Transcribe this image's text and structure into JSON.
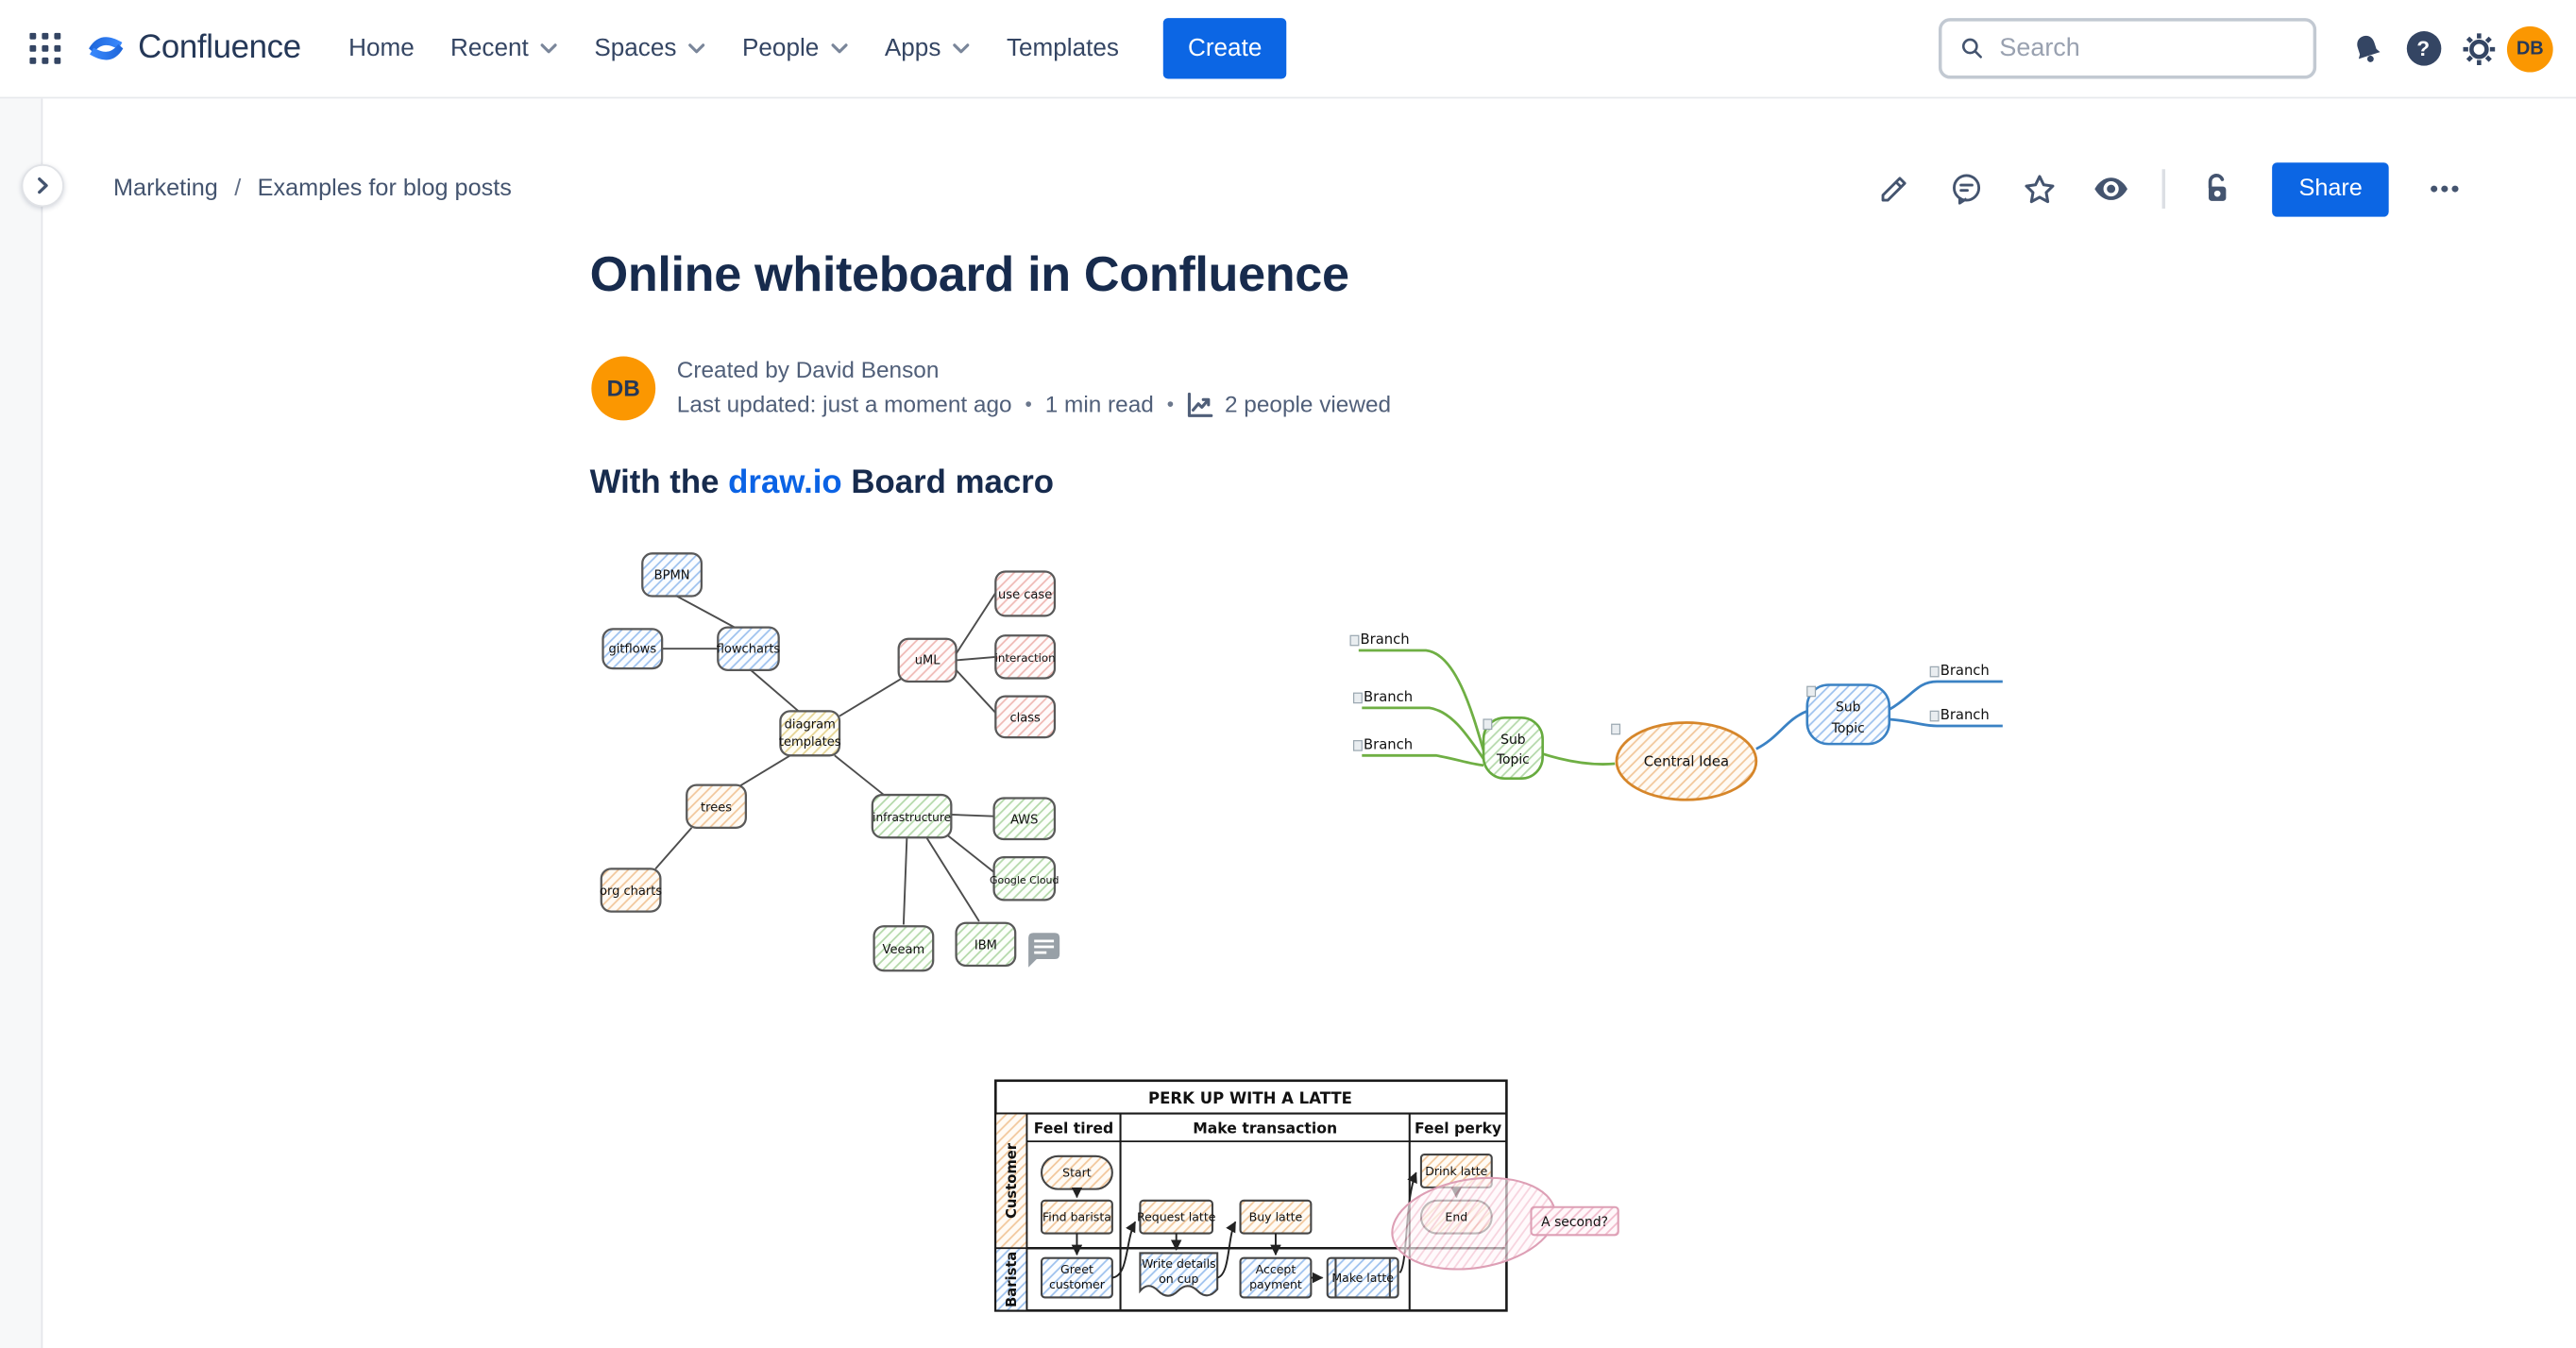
{
  "user": {
    "initials": "DB"
  },
  "app_bar": {
    "product": "Confluence",
    "nav": [
      {
        "label": "Home",
        "dropdown": false
      },
      {
        "label": "Recent",
        "dropdown": true
      },
      {
        "label": "Spaces",
        "dropdown": true
      },
      {
        "label": "People",
        "dropdown": true
      },
      {
        "label": "Apps",
        "dropdown": true
      },
      {
        "label": "Templates",
        "dropdown": false
      }
    ],
    "create_label": "Create",
    "search_placeholder": "Search",
    "help_glyph": "?",
    "icons": [
      "app-switcher-grid",
      "notification-bell",
      "help-question",
      "settings-gear",
      "user-avatar"
    ]
  },
  "toolbar": {
    "breadcrumbs": [
      "Marketing",
      "Examples for blog posts"
    ],
    "breadcrumb_separator": "/",
    "share_label": "Share",
    "icons": [
      "edit-pencil",
      "comment-bubble",
      "star-outline",
      "watching-eye",
      "unlocked-padlock",
      "more-ellipsis"
    ]
  },
  "page": {
    "title": "Online whiteboard in Confluence",
    "byline": {
      "created": "Created by David Benson",
      "last_updated": "Last updated: just a moment ago",
      "read_time": "1 min read",
      "views": "2 people viewed",
      "dot": "•"
    },
    "heading": {
      "pre": "With the ",
      "link": "draw.io",
      "post": " Board macro"
    }
  },
  "colors": {
    "accent_blue": "#0C66E4",
    "navy_text": "#172B4D",
    "avatar_orange": "#FB9701",
    "icon_slate": "#44546F",
    "drawio_blue_fill": "#dae8fc",
    "drawio_green_fill": "#d5e8d4",
    "drawio_orange_fill": "#ffe6cc",
    "drawio_pink_fill": "#f8cecc",
    "drawio_yellow_fill": "#fff2cc"
  },
  "diagrams": {
    "templates_map": {
      "bpmn": "BPMN",
      "gitflows": "gitflows",
      "flowcharts": "flowcharts",
      "diagram": "diagram",
      "templates": "templates",
      "uml": "uML",
      "use_case": "use case",
      "interaction": "interaction",
      "class": "class",
      "trees": "trees",
      "org_charts": "org charts",
      "infrastructure": "infrastructure",
      "aws": "AWS",
      "google_cloud": "Google Cloud",
      "veeam": "Veeam",
      "ibm": "IBM"
    },
    "idea_map": {
      "branch": "Branch",
      "sub": "Sub",
      "topic": "Topic",
      "central": "Central Idea"
    },
    "latte_flow": {
      "title": "PERK UP WITH A LATTE",
      "columns": [
        "Feel tired",
        "Make transaction",
        "Feel perky"
      ],
      "lanes": [
        "Customer",
        "Barista"
      ],
      "start": "Start",
      "find_barista": "Find barista",
      "greet_1": "Greet",
      "greet_2": "customer",
      "request_latte": "Request latte",
      "write_1": "Write details",
      "write_2": "on cup",
      "buy_latte": "Buy latte",
      "accept_1": "Accept",
      "accept_2": "payment",
      "make_latte": "Make latte",
      "drink_latte": "Drink latte",
      "end": "End",
      "note": "A second?"
    }
  }
}
